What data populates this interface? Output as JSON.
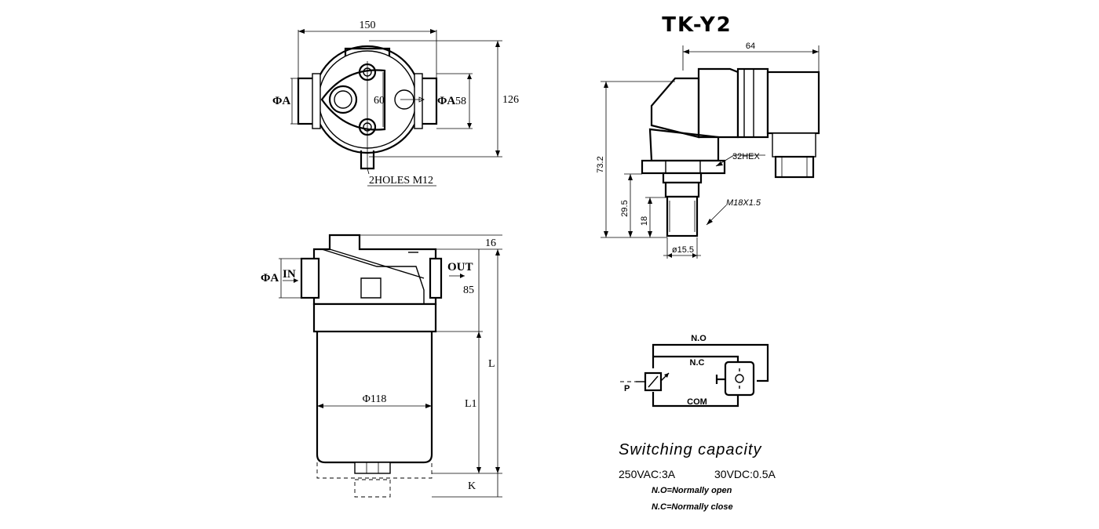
{
  "top_view": {
    "dim_width": "150",
    "dim_height": "126",
    "dim_center": "60",
    "dim_port": "58",
    "left_port": "ΦA",
    "right_port": "ΦA",
    "holes_note": "2HOLES M12"
  },
  "side_view": {
    "dim_top": "16",
    "dim_head": "85",
    "dim_total": "L",
    "dim_body": "L1",
    "dim_bottom": "K",
    "bowl_dia": "Φ118",
    "inlet_port": "ΦA",
    "inlet_label": "IN",
    "outlet_label": "OUT"
  },
  "switch": {
    "model": "TK-Y2",
    "dim_width": "64",
    "dim_height": "73.2",
    "dim_thread_len": "29.5",
    "dim_thread": "18",
    "hex": "32HEX",
    "thread": "M18X1.5",
    "dia": "ø15.5"
  },
  "circuit": {
    "no_label": "N.O",
    "nc_label": "N.C",
    "com_label": "COM",
    "pressure_label": "P"
  },
  "capacity": {
    "heading": "Switching capacity",
    "ac_rating": "250VAC:3A",
    "dc_rating": "30VDC:0.5A",
    "no_note": "N.O=Normally open",
    "nc_note": "N.C=Normally close"
  }
}
